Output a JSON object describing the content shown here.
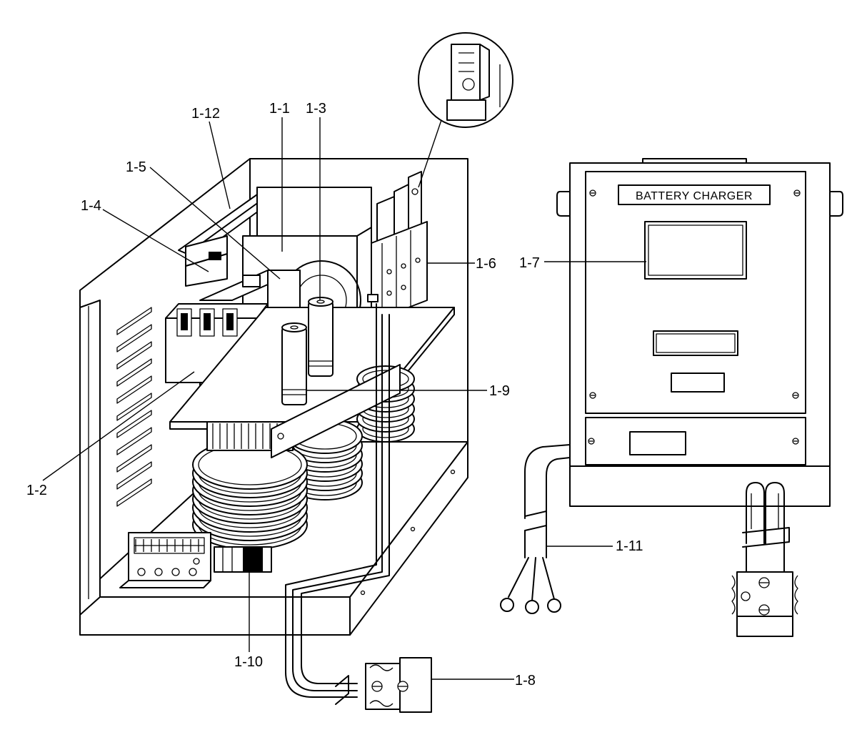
{
  "nameplate": {
    "text": "BATTERY CHARGER"
  },
  "callouts": [
    {
      "id": "c1-1",
      "label": "1-1"
    },
    {
      "id": "c1-2",
      "label": "1-2"
    },
    {
      "id": "c1-3",
      "label": "1-3"
    },
    {
      "id": "c1-4",
      "label": "1-4"
    },
    {
      "id": "c1-5",
      "label": "1-5"
    },
    {
      "id": "c1-6",
      "label": "1-6"
    },
    {
      "id": "c1-7",
      "label": "1-7"
    },
    {
      "id": "c1-8",
      "label": "1-8"
    },
    {
      "id": "c1-9",
      "label": "1-9"
    },
    {
      "id": "c1-10",
      "label": "1-10"
    },
    {
      "id": "c1-11",
      "label": "1-11"
    },
    {
      "id": "c1-12",
      "label": "1-12"
    }
  ]
}
